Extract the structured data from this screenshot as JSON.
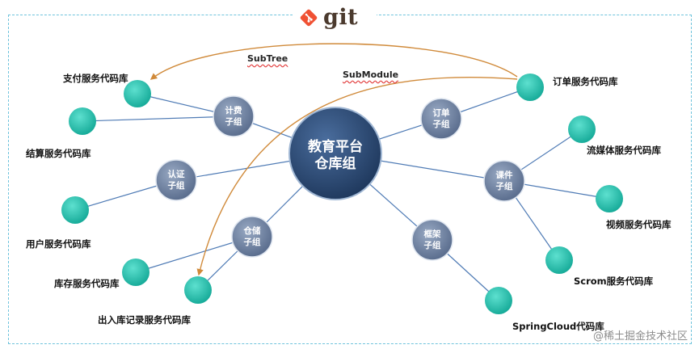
{
  "logo": {
    "text": "git",
    "icon": "git-diamond-icon",
    "color": "#f05133"
  },
  "hub": {
    "line1": "教育平台",
    "line2": "仓库组"
  },
  "groups": {
    "settle": {
      "line1": "计费",
      "line2": "子组"
    },
    "auth": {
      "line1": "认证",
      "line2": "子组"
    },
    "store": {
      "line1": "仓储",
      "line2": "子组"
    },
    "frame": {
      "line1": "框架",
      "line2": "子组"
    },
    "course": {
      "line1": "课件",
      "line2": "子组"
    },
    "order": {
      "line1": "订单",
      "line2": "子组"
    }
  },
  "repos": {
    "pay": "支付服务代码库",
    "settle": "结算服务代码库",
    "user": "用户服务代码库",
    "stock": "库存服务代码库",
    "inout": "出入库记录服务代码库",
    "spring": "SpringCloud代码库",
    "scrom": "Scrom服务代码库",
    "video": "视频服务代码库",
    "media": "流媒体服务代码库",
    "order": "订单服务代码库"
  },
  "links": {
    "subtree": "SubTree",
    "submodule": "SubModule"
  },
  "watermark": "@稀土掘金技术社区",
  "colors": {
    "frame": "#6ec3dc",
    "repo": "#2ec4b0",
    "group": "#6c7f9c",
    "hub": "#2e4a72",
    "arrow": "#d08a3a",
    "edge": "#4f7bb5"
  }
}
